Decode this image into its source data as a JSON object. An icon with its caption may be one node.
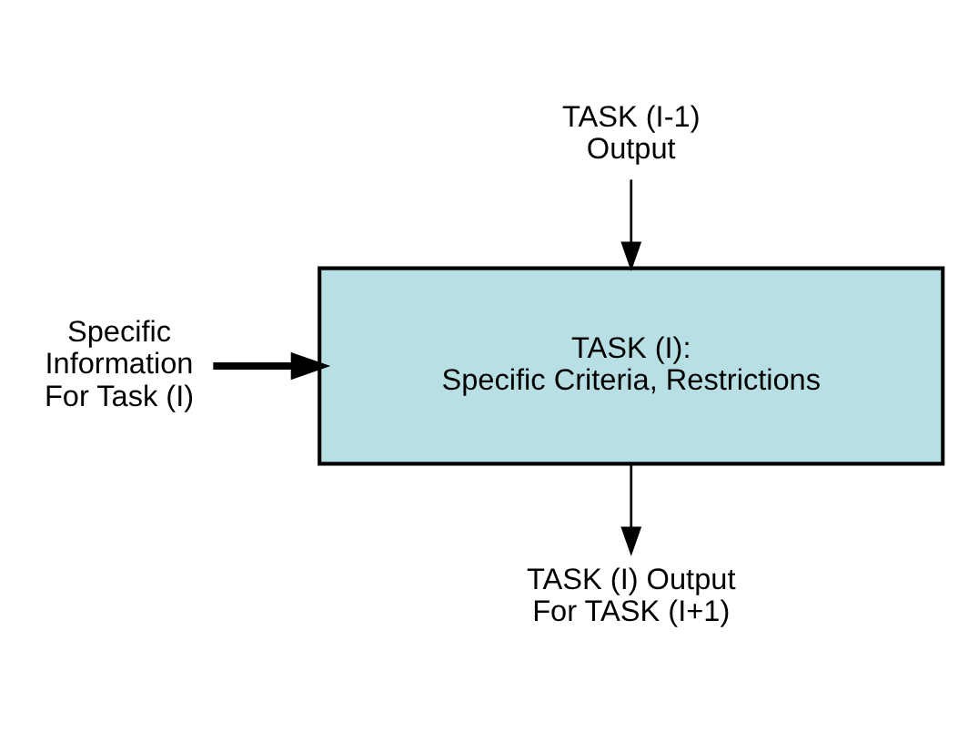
{
  "diagram": {
    "nodes": [
      {
        "text": [
          "TASK (I):",
          "Specific Criteria, Restrictions"
        ]
      },
      {
        "text": [
          "TASK (I-1) Output"
        ]
      },
      {
        "text": [
          "Specific Information For Task (I)"
        ]
      },
      {
        "text": [
          "TASK (I) Output For TASK (I+1)"
        ]
      }
    ],
    "edges": [
      {
        "from": 1,
        "to": 0,
        "arrow": "to"
      },
      {
        "from": 2,
        "to": 0,
        "arrow": "to",
        "style": "thick"
      },
      {
        "from": 0,
        "to": 3,
        "arrow": "to"
      }
    ]
  }
}
